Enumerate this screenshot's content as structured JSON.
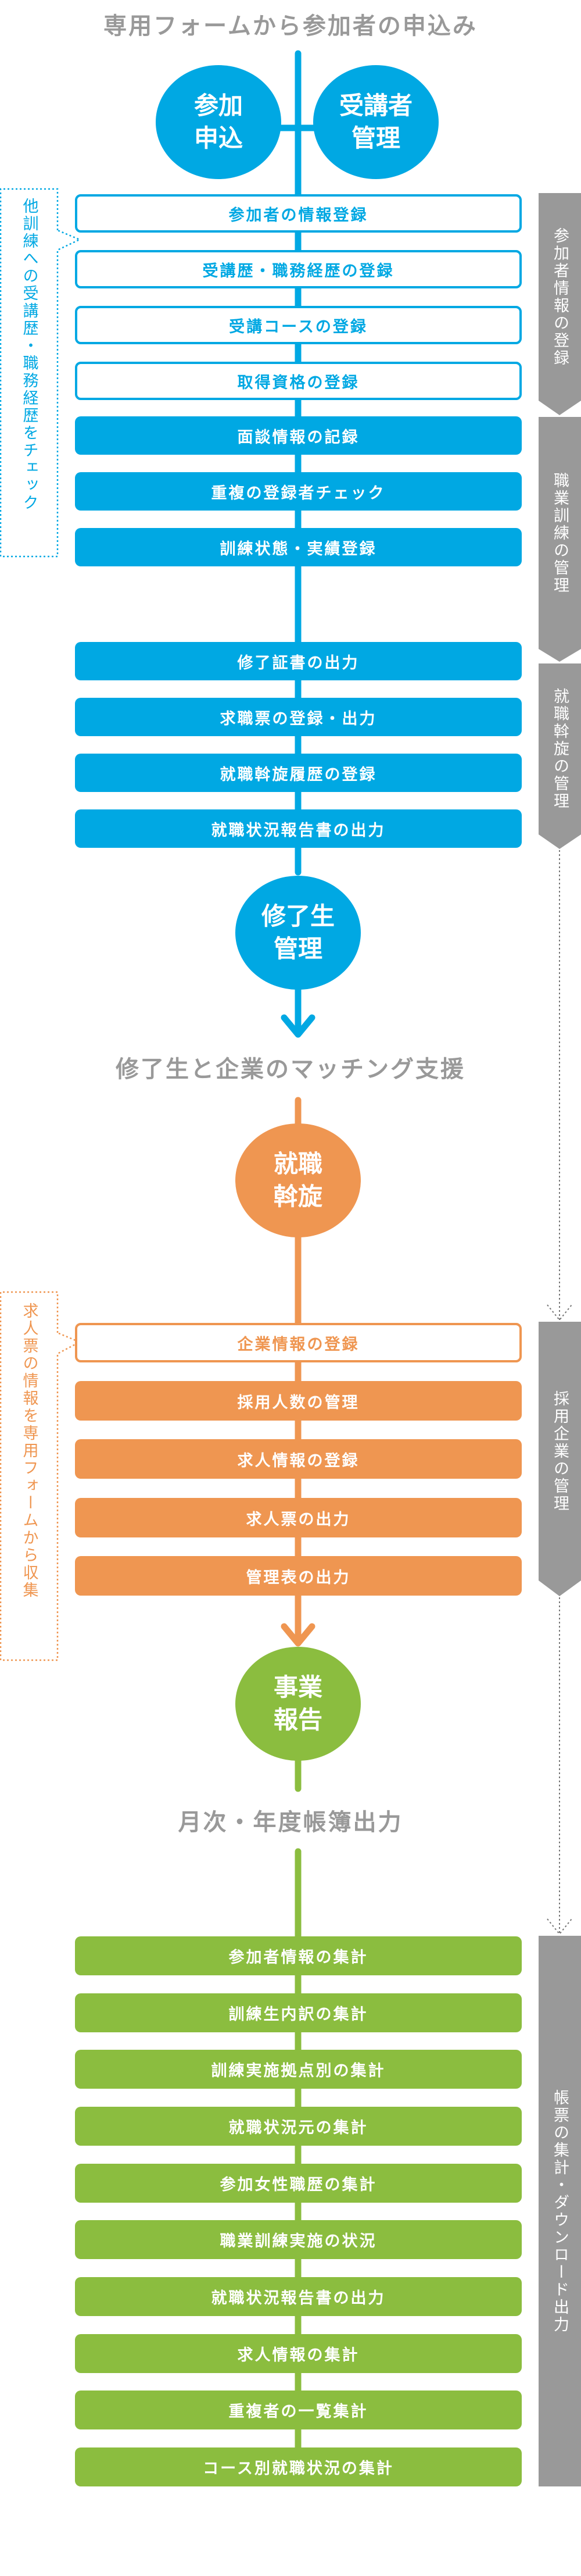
{
  "colors": {
    "blue": "#00a8e3",
    "orange": "#ef9651",
    "green": "#8bbd3f",
    "gray": "#999999"
  },
  "titles": {
    "top": "専用フォームから参加者の申込み",
    "middle": "修了生と企業のマッチング支援",
    "bottom": "月次・年度帳簿出力"
  },
  "circles": {
    "apply": "参加\n申込",
    "attendee": "受講者\n管理",
    "graduate": "修了生\n管理",
    "placement": "就職\n斡旋",
    "report": "事業\n報告"
  },
  "notes": {
    "history_check": "他訓練への受講歴・職務経歴をチェック",
    "job_form": "求人票の情報を専用フォームから収集"
  },
  "side_labels": [
    "参加者情報の登録",
    "職業訓練の管理",
    "就職斡旋の管理",
    "採用企業の管理",
    "帳票の集計・ダウンロード出力"
  ],
  "blue_steps": [
    {
      "label": "参加者の情報登録",
      "style": "outline"
    },
    {
      "label": "受講歴・職務経歴の登録",
      "style": "outline"
    },
    {
      "label": "受講コースの登録",
      "style": "outline"
    },
    {
      "label": "取得資格の登録",
      "style": "outline"
    },
    {
      "label": "面談情報の記録",
      "style": "filled"
    },
    {
      "label": "重複の登録者チェック",
      "style": "filled"
    },
    {
      "label": "訓練状態・実績登録",
      "style": "filled"
    },
    {
      "label": "修了証書の出力",
      "style": "filled"
    },
    {
      "label": "求職票の登録・出力",
      "style": "filled"
    },
    {
      "label": "就職斡旋履歴の登録",
      "style": "filled"
    },
    {
      "label": "就職状況報告書の出力",
      "style": "filled"
    }
  ],
  "orange_steps": [
    {
      "label": "企業情報の登録",
      "style": "outline"
    },
    {
      "label": "採用人数の管理",
      "style": "filled"
    },
    {
      "label": "求人情報の登録",
      "style": "filled"
    },
    {
      "label": "求人票の出力",
      "style": "filled"
    },
    {
      "label": "管理表の出力",
      "style": "filled"
    }
  ],
  "green_steps": [
    {
      "label": "参加者情報の集計",
      "style": "filled"
    },
    {
      "label": "訓練生内訳の集計",
      "style": "filled"
    },
    {
      "label": "訓練実施拠点別の集計",
      "style": "filled"
    },
    {
      "label": "就職状況元の集計",
      "style": "filled"
    },
    {
      "label": "参加女性職歴の集計",
      "style": "filled"
    },
    {
      "label": "職業訓練実施の状況",
      "style": "filled"
    },
    {
      "label": "就職状況報告書の出力",
      "style": "filled"
    },
    {
      "label": "求人情報の集計",
      "style": "filled"
    },
    {
      "label": "重複者の一覧集計",
      "style": "filled"
    },
    {
      "label": "コース別就職状況の集計",
      "style": "filled"
    }
  ]
}
